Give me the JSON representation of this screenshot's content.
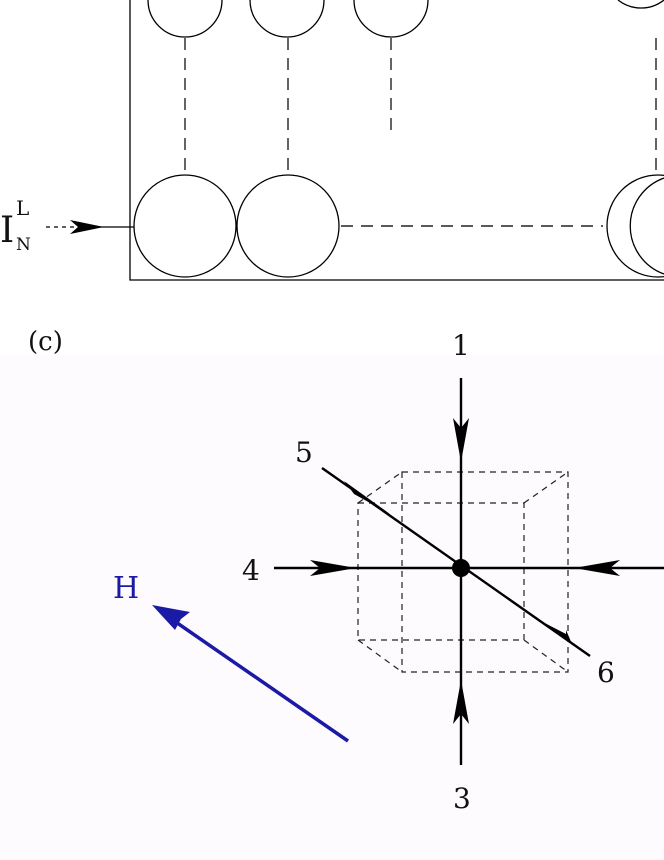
{
  "panel_b": {
    "input_main": "I",
    "input_sup": "L",
    "input_sub": "N"
  },
  "panel_c": {
    "panel_label": "(c)",
    "field_label": "H",
    "field_color": "#1a1aa6",
    "directions": [
      "1",
      "3",
      "4",
      "5",
      "6"
    ]
  }
}
